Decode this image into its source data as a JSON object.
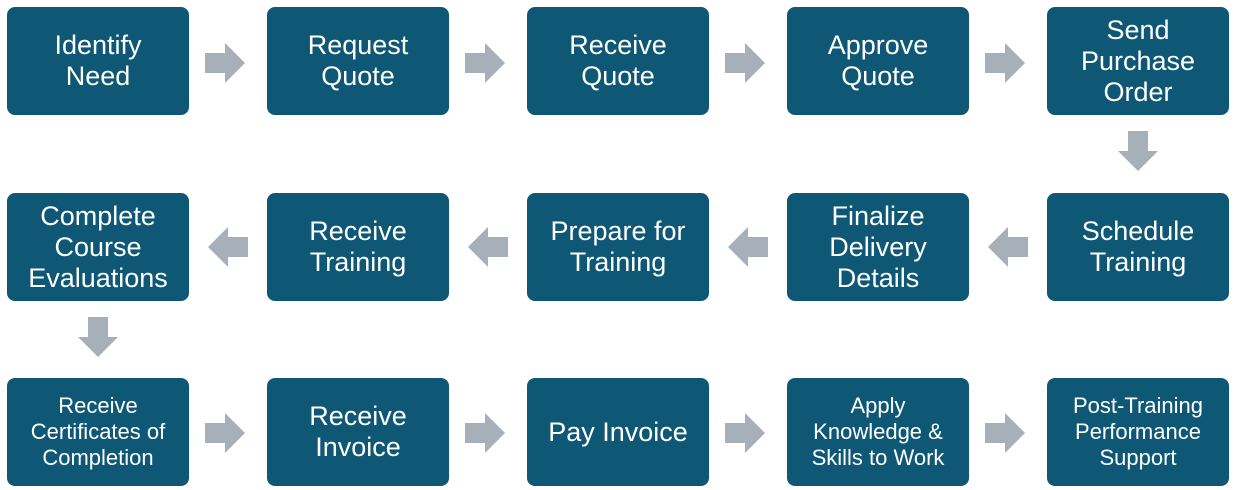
{
  "colors": {
    "box": "#0e5775",
    "text": "#ffffff",
    "arrow": "#a7b0b8"
  },
  "steps": [
    {
      "label": "Identify\nNeed"
    },
    {
      "label": "Request\nQuote"
    },
    {
      "label": "Receive\nQuote"
    },
    {
      "label": "Approve\nQuote"
    },
    {
      "label": "Send\nPurchase\nOrder"
    },
    {
      "label": "Schedule\nTraining"
    },
    {
      "label": "Finalize\nDelivery\nDetails"
    },
    {
      "label": "Prepare for\nTraining"
    },
    {
      "label": "Receive\nTraining"
    },
    {
      "label": "Complete\nCourse\nEvaluations"
    },
    {
      "label": "Receive\nCertificates of\nCompletion"
    },
    {
      "label": "Receive\nInvoice"
    },
    {
      "label": "Pay Invoice"
    },
    {
      "label": "Apply\nKnowledge &\nSkills to Work"
    },
    {
      "label": "Post-Training\nPerformance\nSupport"
    }
  ],
  "arrows": [
    {
      "name": "arrow-identify-to-request",
      "direction": "right"
    },
    {
      "name": "arrow-request-to-receive-quote",
      "direction": "right"
    },
    {
      "name": "arrow-receive-to-approve",
      "direction": "right"
    },
    {
      "name": "arrow-approve-to-send-po",
      "direction": "right"
    },
    {
      "name": "arrow-send-po-to-schedule",
      "direction": "down"
    },
    {
      "name": "arrow-schedule-to-finalize",
      "direction": "left"
    },
    {
      "name": "arrow-finalize-to-prepare",
      "direction": "left"
    },
    {
      "name": "arrow-prepare-to-receive-training",
      "direction": "left"
    },
    {
      "name": "arrow-receive-training-to-evaluations",
      "direction": "left"
    },
    {
      "name": "arrow-evaluations-to-certificates",
      "direction": "down"
    },
    {
      "name": "arrow-certificates-to-invoice",
      "direction": "right"
    },
    {
      "name": "arrow-invoice-to-pay",
      "direction": "right"
    },
    {
      "name": "arrow-pay-to-apply",
      "direction": "right"
    },
    {
      "name": "arrow-apply-to-support",
      "direction": "right"
    }
  ]
}
